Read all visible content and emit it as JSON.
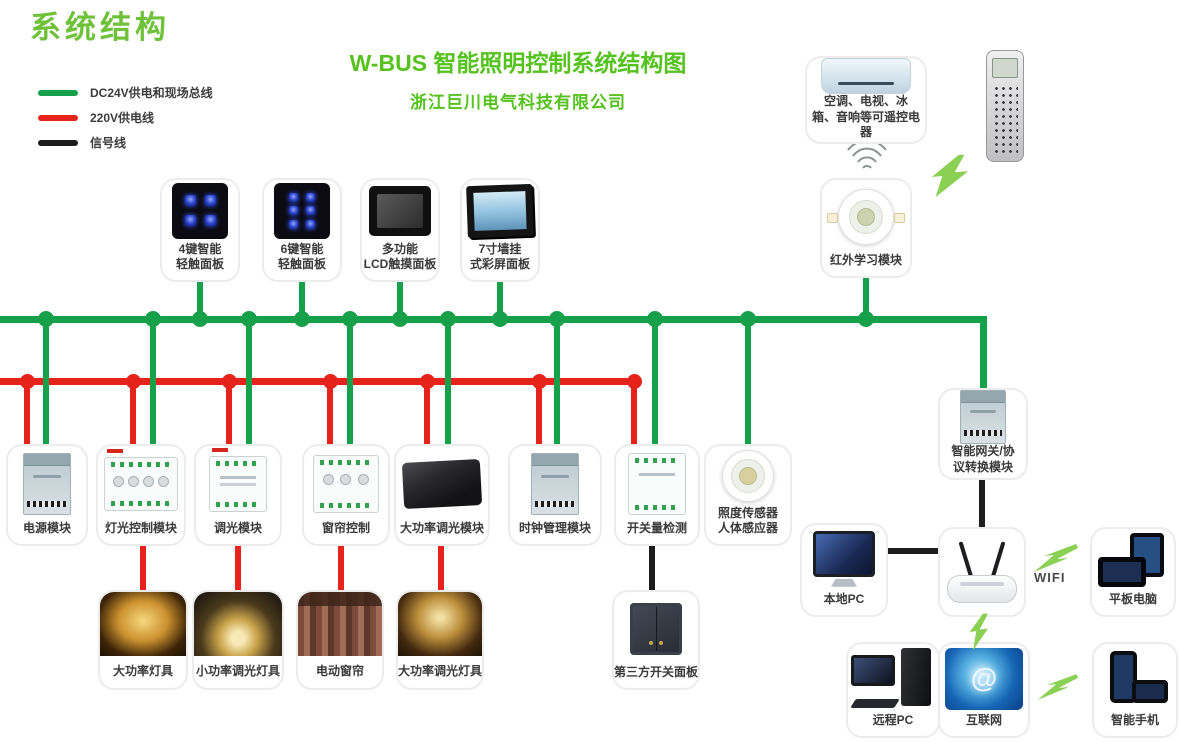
{
  "page_title": "系统结构",
  "diagram": {
    "title": "W-BUS 智能照明控制系统结构图",
    "subtitle": "浙江巨川电气科技有限公司"
  },
  "colors": {
    "bus_green": "#16a04a",
    "power_red": "#e5231b",
    "signal_black": "#1c1c1c",
    "title_green": "#55c21e"
  },
  "legend": {
    "items": [
      {
        "label": "DC24V供电和现场总线",
        "color": "#16a04a"
      },
      {
        "label": "220V供电线",
        "color": "#e5231b"
      },
      {
        "label": "信号线",
        "color": "#1c1c1c"
      }
    ]
  },
  "panels": [
    {
      "label": "4键智能\n轻触面板"
    },
    {
      "label": "6键智能\n轻触面板"
    },
    {
      "label": "多功能\nLCD触摸面板"
    },
    {
      "label": "7寸墙挂\n式彩屏面板"
    }
  ],
  "modules": [
    {
      "label": "电源模块"
    },
    {
      "label": "灯光控制模块"
    },
    {
      "label": "调光模块"
    },
    {
      "label": "窗帘控制"
    },
    {
      "label": "大功率调光模块"
    },
    {
      "label": "时钟管理模块"
    },
    {
      "label": "开关量检测"
    },
    {
      "label": "照度传感器\n人体感应器"
    }
  ],
  "loads": [
    {
      "label": "大功率灯具"
    },
    {
      "label": "小功率调光灯具"
    },
    {
      "label": "电动窗帘"
    },
    {
      "label": "大功率调光灯具"
    },
    {
      "label": "第三方开关面板"
    }
  ],
  "ir_cluster": {
    "appliances_label": "空调、电视、冰\n箱、音响等可遥控电器",
    "ir_module_label": "红外学习模块"
  },
  "network": {
    "gateway_label": "智能网关/协\n议转换模块",
    "local_pc_label": "本地PC",
    "wifi_label": "WIFI",
    "tablet_label": "平板电脑",
    "remote_pc_label": "远程PC",
    "internet_label": "互联网",
    "internet_symbol": "@",
    "smartphone_label": "智能手机"
  }
}
